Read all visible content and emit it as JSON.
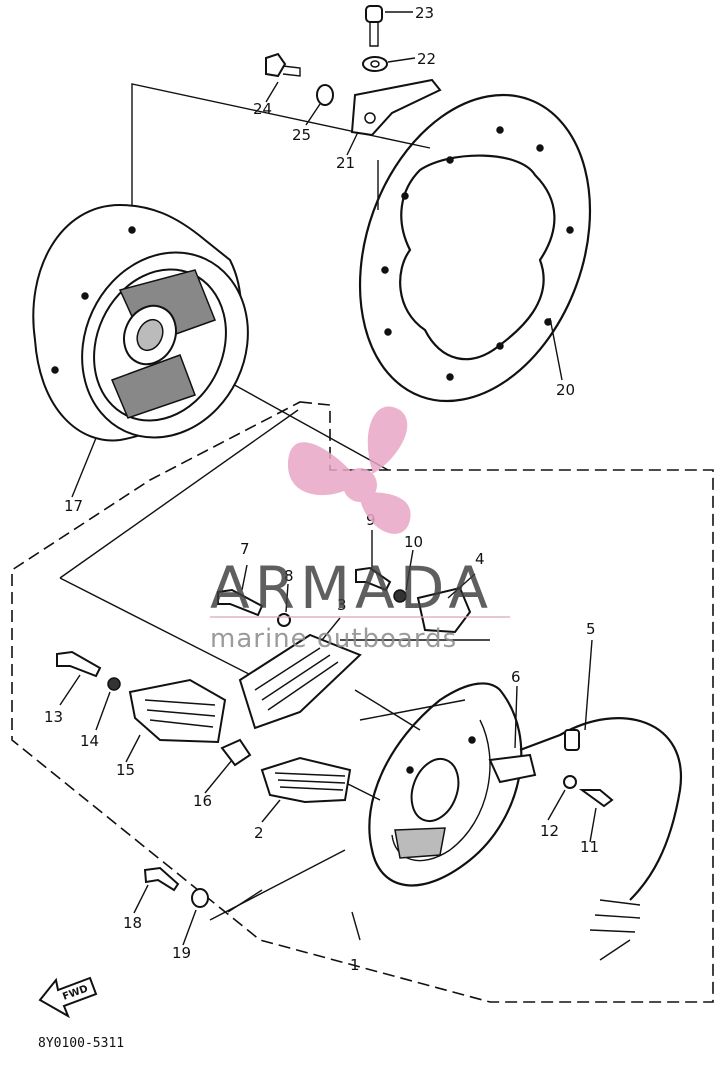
{
  "diagram": {
    "parts": [
      {
        "id": "p1",
        "number": "1"
      },
      {
        "id": "p2",
        "number": "2"
      },
      {
        "id": "p3",
        "number": "3"
      },
      {
        "id": "p4",
        "number": "4"
      },
      {
        "id": "p5",
        "number": "5"
      },
      {
        "id": "p6",
        "number": "6"
      },
      {
        "id": "p7",
        "number": "7"
      },
      {
        "id": "p8",
        "number": "8"
      },
      {
        "id": "p9",
        "number": "9"
      },
      {
        "id": "p10",
        "number": "10"
      },
      {
        "id": "p11",
        "number": "11"
      },
      {
        "id": "p12",
        "number": "12"
      },
      {
        "id": "p13",
        "number": "13"
      },
      {
        "id": "p14",
        "number": "14"
      },
      {
        "id": "p15",
        "number": "15"
      },
      {
        "id": "p16",
        "number": "16"
      },
      {
        "id": "p17",
        "number": "17"
      },
      {
        "id": "p18",
        "number": "18"
      },
      {
        "id": "p19",
        "number": "19"
      },
      {
        "id": "p20",
        "number": "20"
      },
      {
        "id": "p21",
        "number": "21"
      },
      {
        "id": "p22",
        "number": "22"
      },
      {
        "id": "p23",
        "number": "23"
      },
      {
        "id": "p24",
        "number": "24"
      },
      {
        "id": "p25",
        "number": "25"
      }
    ],
    "diagram_code": "8Y0100-5311",
    "direction_arrow": {
      "label": "FWD"
    }
  },
  "watermark": {
    "brand": "ARMADA",
    "subtitle": "marine outboards",
    "logo_color": "#e8a6c6",
    "text_color": "#3d3d3d"
  }
}
